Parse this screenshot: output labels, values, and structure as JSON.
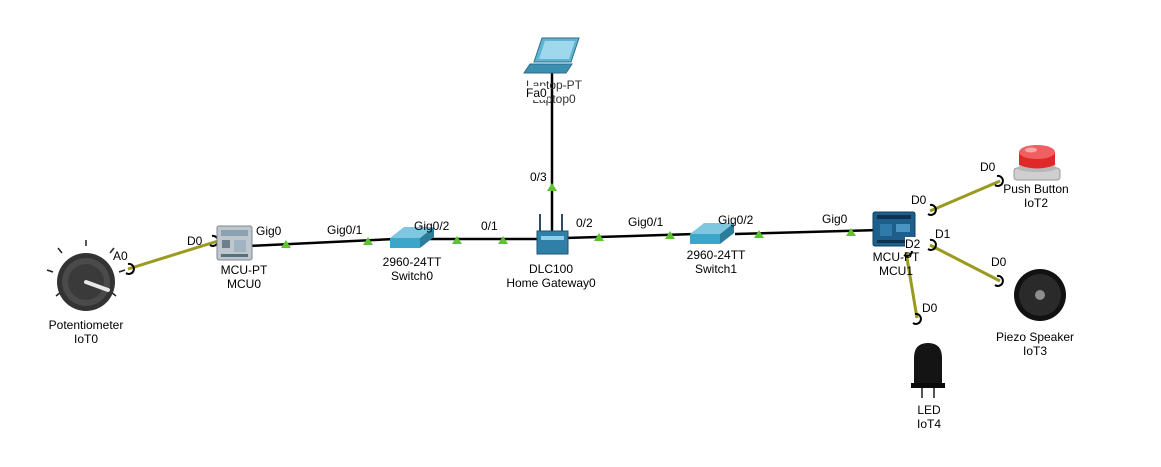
{
  "devices": {
    "potentiometer": {
      "type": "Potentiometer",
      "name": "IoT0",
      "icon": "potentiometer-icon"
    },
    "mcu0": {
      "type": "MCU-PT",
      "name": "MCU0",
      "icon": "mcu-board-icon"
    },
    "switch0": {
      "type": "2960-24TT",
      "name": "Switch0",
      "icon": "switch-icon"
    },
    "gateway": {
      "type": "DLC100",
      "name": "Home Gateway0",
      "icon": "router-icon"
    },
    "laptop": {
      "type": "Laptop-PT",
      "name": "Laptop0",
      "icon": "laptop-icon"
    },
    "switch1": {
      "type": "2960-24TT",
      "name": "Switch1",
      "icon": "switch-icon"
    },
    "mcu1": {
      "type": "MCU-PT",
      "name": "MCU1",
      "icon": "mcu-board-icon"
    },
    "push_button": {
      "type": "Push Button",
      "name": "IoT2",
      "icon": "push-button-icon"
    },
    "piezo": {
      "type": "Piezo Speaker",
      "name": "IoT3",
      "icon": "speaker-icon"
    },
    "led": {
      "type": "LED",
      "name": "IoT4",
      "icon": "led-icon"
    }
  },
  "ports": {
    "pot_a0": "A0",
    "mcu0_d0": "D0",
    "mcu0_gig0": "Gig0",
    "sw0_gig01": "Gig0/1",
    "sw0_gig02": "Gig0/2",
    "gw_01": "0/1",
    "gw_03": "0/3",
    "gw_02": "0/2",
    "laptop_fa0": "Fa0",
    "sw1_gig01": "Gig0/1",
    "sw1_gig02": "Gig0/2",
    "mcu1_gig0": "Gig0",
    "mcu1_d0": "D0",
    "mcu1_d1": "D1",
    "mcu1_d2": "D2",
    "pb_d0": "D0",
    "piezo_d0": "D0",
    "led_d0": "D0"
  },
  "colors": {
    "ethernet": "#000000",
    "iot_cable": "#9a9a1e",
    "link_up": "#5cc22e",
    "switch_body": "#3aa6c9",
    "gateway_body": "#2f7fa6",
    "button_red": "#e02828"
  }
}
